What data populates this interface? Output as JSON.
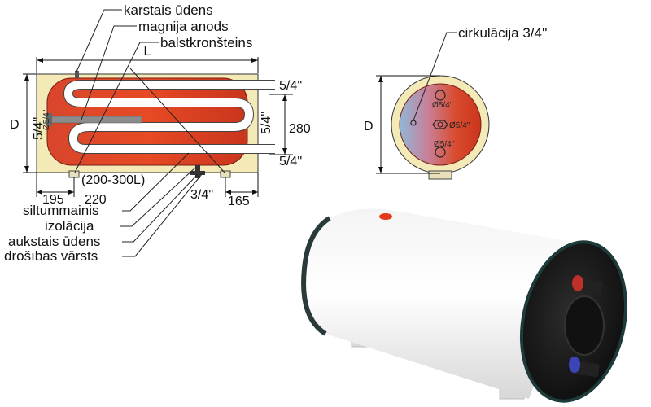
{
  "labels": {
    "hot_water": "karstais ūdens",
    "magnesium_anode": "magnija anods",
    "support_bracket": "balstkronšteins",
    "circulation": "cirkulācija 3/4''",
    "heat_exchanger": "siltummainis",
    "insulation": "izolācija",
    "cold_water": "aukstais ūdens",
    "safety_valve": "drošības vārsts"
  },
  "dimensions": {
    "length": "L",
    "diameter": "D",
    "diameter_front": "D",
    "coil_upper": "5/4''",
    "coil_mid": "5/4''",
    "coil_lower": "5/4''",
    "anode_size": "5/4''",
    "anode_size_small": "Ø5/4''",
    "coil_spacing": "280",
    "capacity": "(200-300L)",
    "left_offset": "195",
    "foot_spacing": "220",
    "bottom_port": "3/4''",
    "right_offset": "165"
  },
  "front_ports": [
    "Ø5/4''",
    "Ø5/4''",
    "Ø5/4''"
  ],
  "colors": {
    "insulation": "#f3eab8",
    "tank_hot": "#e23a1c",
    "tank_cold": "#8fb7d8",
    "pipe": "#ffffff",
    "outline": "#222222"
  }
}
